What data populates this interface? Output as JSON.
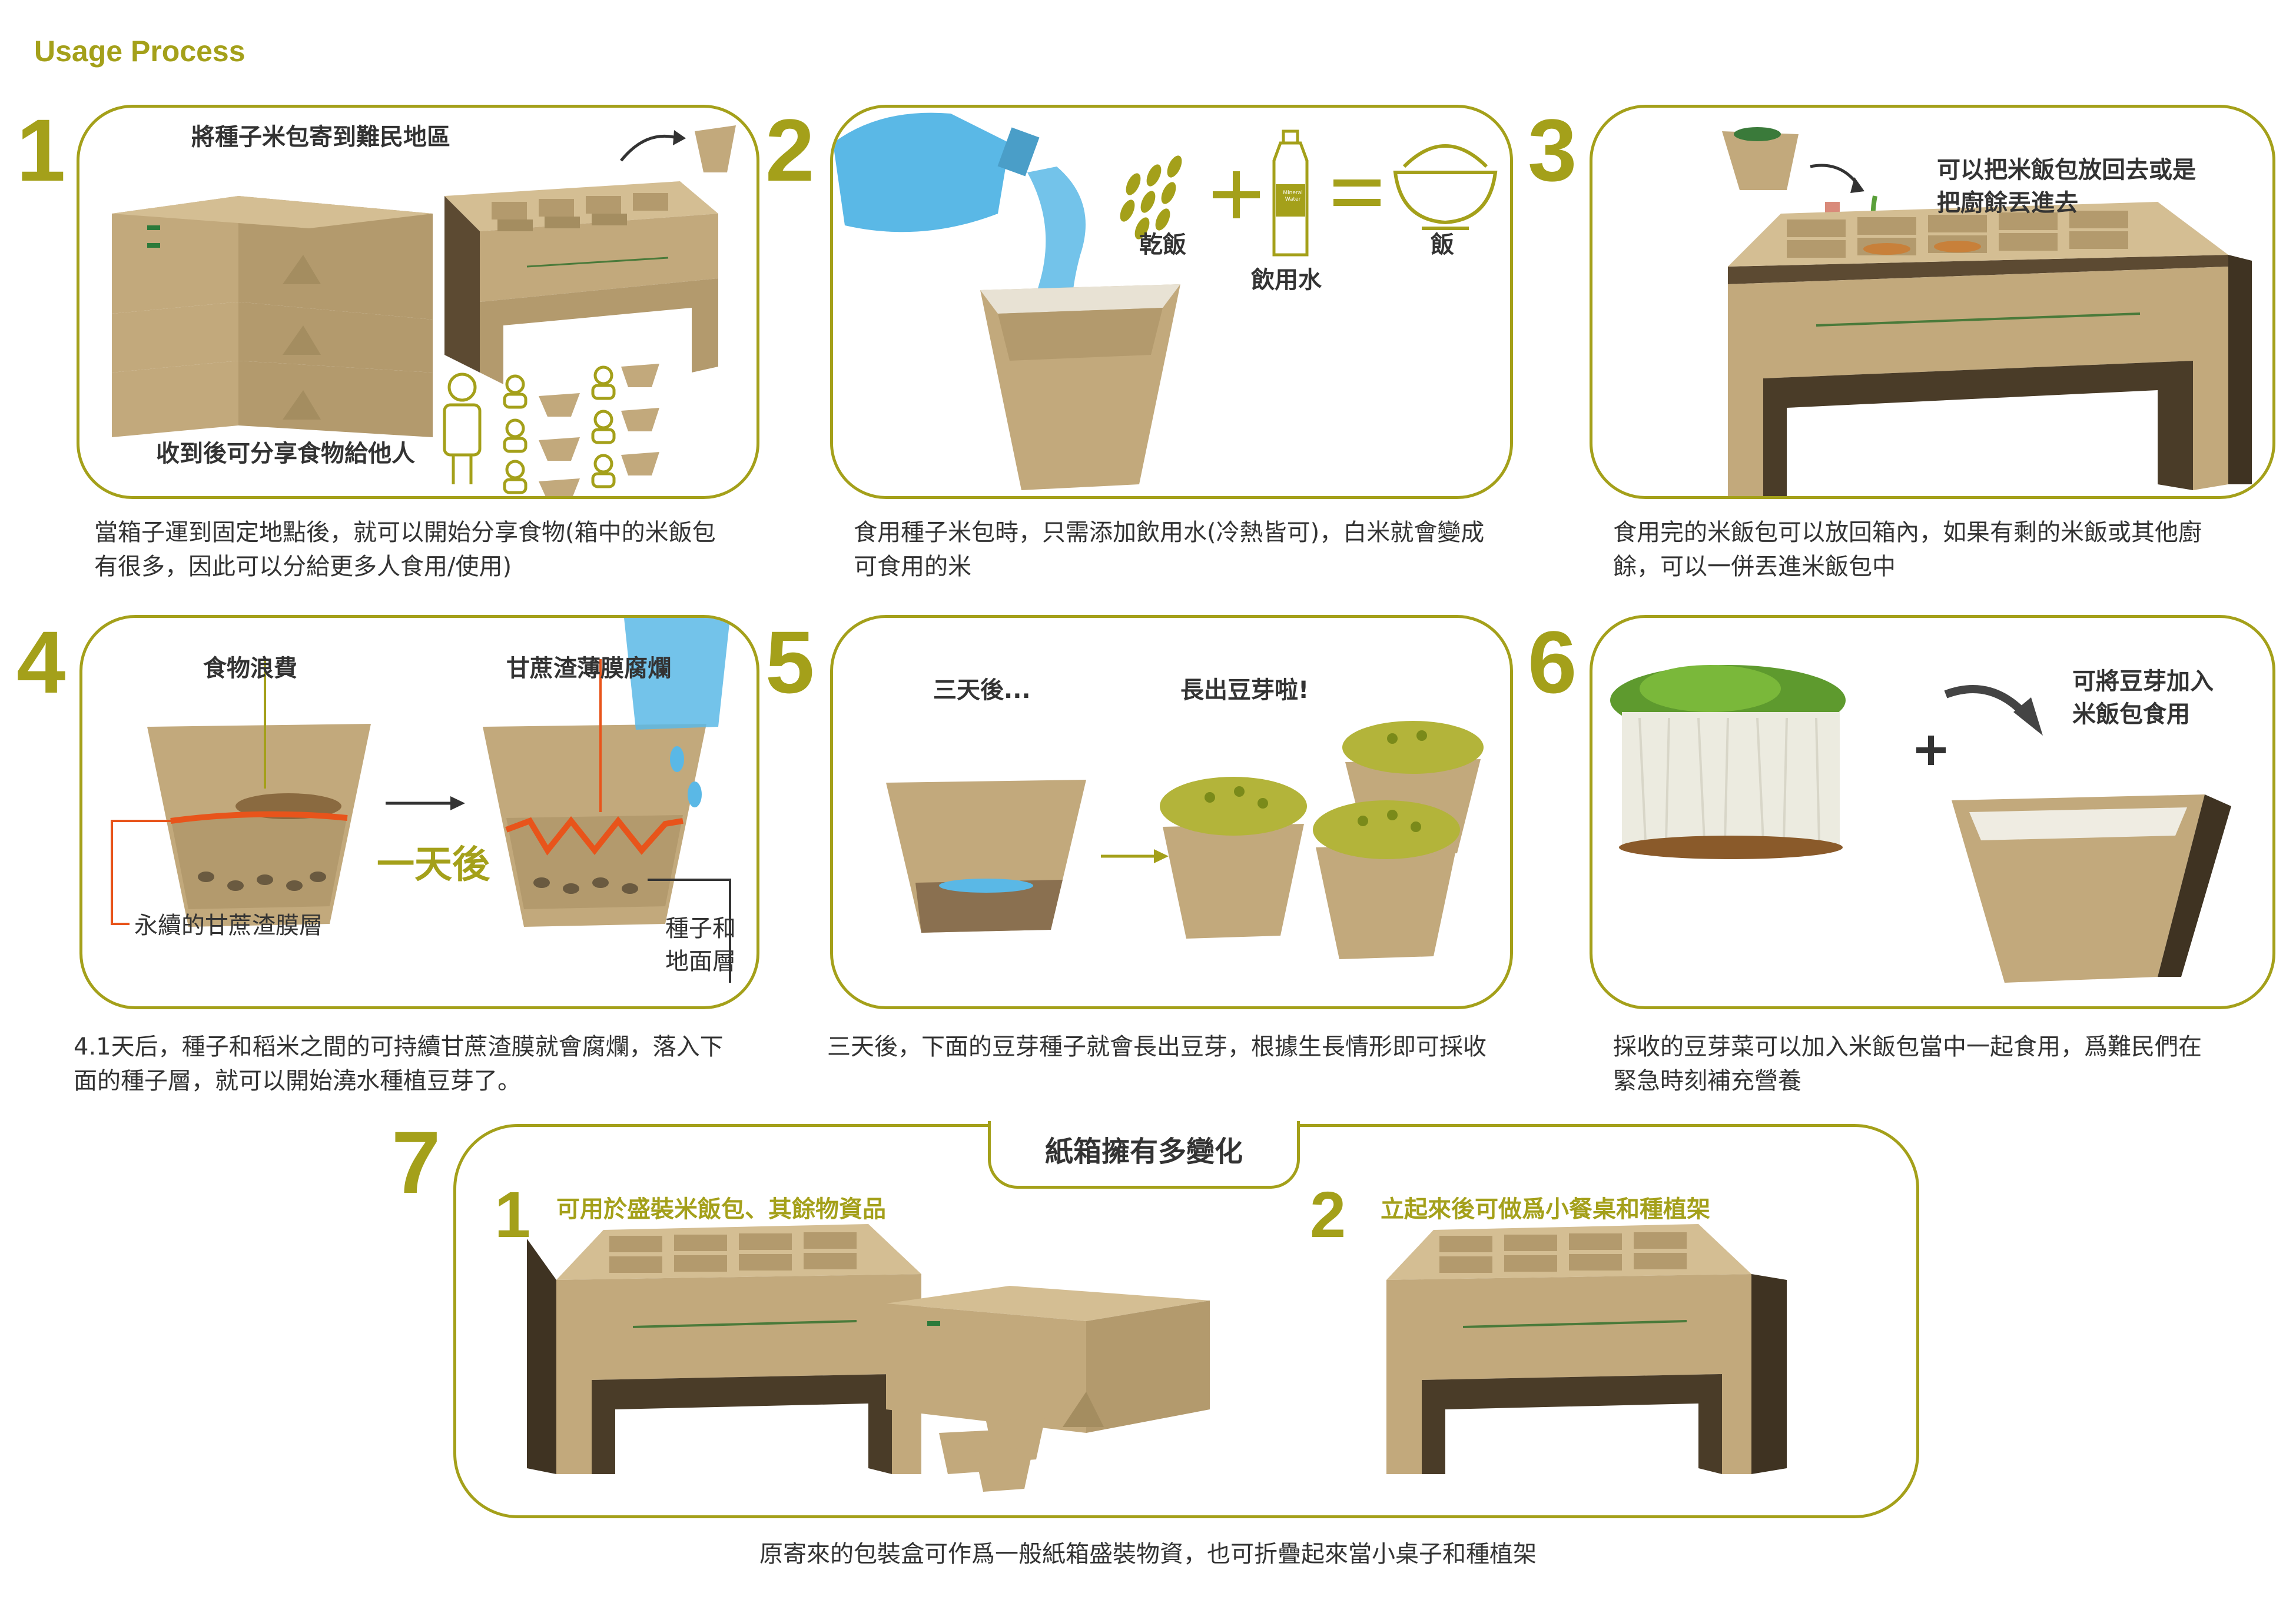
{
  "title": "Usage Process",
  "colors": {
    "accent": "#a4a01a",
    "orange": "#e8541b",
    "water": "#5ab8e6",
    "kraft": "#c9b38a",
    "text": "#333333"
  },
  "steps": [
    {
      "num": "1",
      "labels": [
        "將種子米包寄到難民地區",
        "收到後可分享食物給他人"
      ],
      "caption": [
        "當箱子運到固定地點後，就可以開始分享食物(箱中的米飯包",
        "有很多，因此可以分給更多人食用/使用)"
      ]
    },
    {
      "num": "2",
      "labels": [
        "乾飯",
        "飲用水",
        "飯"
      ],
      "bottle_text": "Mineral Water",
      "caption": [
        "食用種子米包時，只需添加飲用水(冷熱皆可)，白米就會變成",
        "可食用的米"
      ]
    },
    {
      "num": "3",
      "labels": [
        "可以把米飯包放回去或是",
        "把廚餘丟進去"
      ],
      "caption": [
        "食用完的米飯包可以放回箱內，如果有剩的米飯或其他廚",
        "餘，可以一併丟進米飯包中"
      ]
    },
    {
      "num": "4",
      "labels": [
        "食物浪費",
        "甘蔗渣薄膜腐爛",
        "一天後",
        "永續的甘蔗渣膜層",
        "種子和",
        "地面層"
      ],
      "caption": [
        "4.1天后，種子和稻米之間的可持續甘蔗渣膜就會腐爛，落入下",
        "面的種子層，就可以開始澆水種植豆芽了。"
      ]
    },
    {
      "num": "5",
      "labels": [
        "三天後...",
        "長出豆芽啦!"
      ],
      "caption": [
        "三天後，下面的豆芽種子就會長出豆芽，根據生長情形即可採收"
      ]
    },
    {
      "num": "6",
      "labels": [
        "可將豆芽加入",
        "米飯包食用"
      ],
      "caption": [
        "採收的豆芽菜可以加入米飯包當中一起食用，爲難民們在",
        "緊急時刻補充營養"
      ]
    },
    {
      "num": "7",
      "tab": "紙箱擁有多變化",
      "options": [
        {
          "num": "1",
          "label": "可用於盛裝米飯包、其餘物資品"
        },
        {
          "num": "2",
          "label": "立起來後可做爲小餐桌和種植架"
        }
      ],
      "caption": [
        "原寄來的包裝盒可作爲一般紙箱盛裝物資，也可折疊起來當小桌子和種植架"
      ]
    }
  ]
}
